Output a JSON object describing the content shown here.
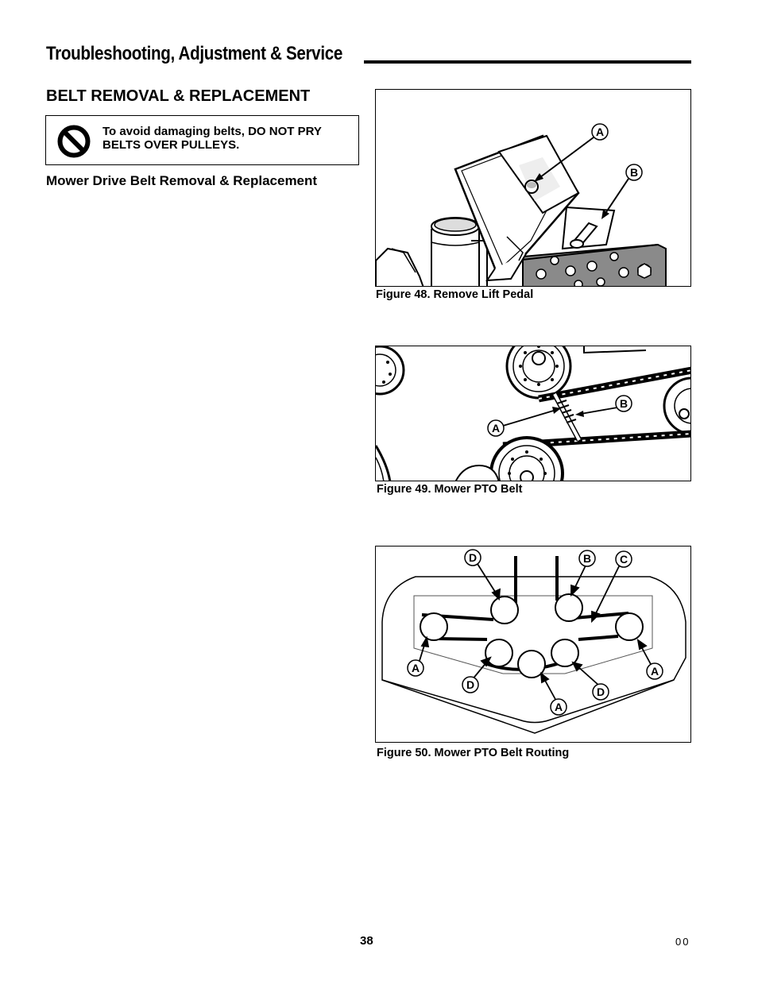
{
  "header": {
    "title": "Troubleshooting, Adjustment & Service"
  },
  "section": {
    "title": "BELT REMOVAL & REPLACEMENT"
  },
  "warning": {
    "text": "To avoid damaging belts, DO NOT PRY BELTS OVER PULLEYS.",
    "icon": "no-symbol-icon"
  },
  "subsection": {
    "title": "Mower Drive Belt Removal & Replacement"
  },
  "figures": [
    {
      "caption": "Figure 48.  Remove Lift Pedal",
      "labels": [
        "A",
        "B"
      ]
    },
    {
      "caption": "Figure 49.  Mower PTO Belt",
      "labels": [
        "A",
        "B"
      ]
    },
    {
      "caption": "Figure 50.  Mower PTO Belt Routing",
      "labels": [
        "D",
        "B",
        "C",
        "A",
        "A",
        "D",
        "D",
        "A"
      ]
    }
  ],
  "footer": {
    "page_number": "38",
    "doc_code": "00"
  }
}
